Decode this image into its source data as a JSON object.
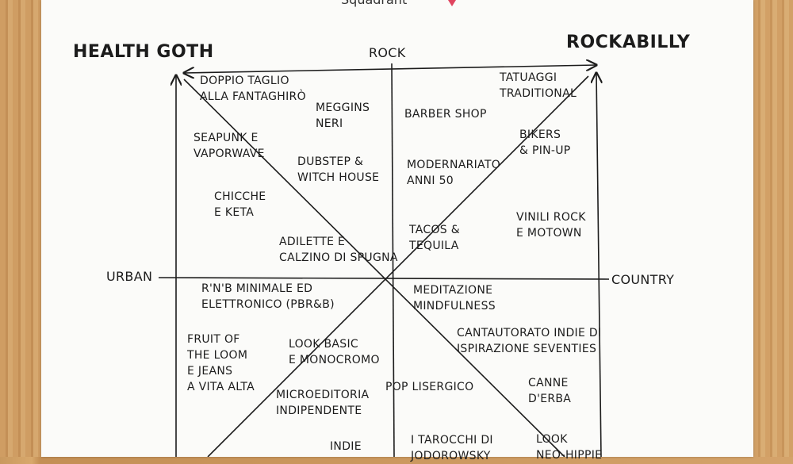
{
  "header": {
    "title_fragment": "Squadrant"
  },
  "corners": {
    "top_left": "HEALTH GOTH",
    "top_right": "ROCKABILLY"
  },
  "axes": {
    "top": "ROCK",
    "left": "URBAN",
    "right": "COUNTRY"
  },
  "items": [
    {
      "id": "doppio",
      "lines": [
        "DOPPIO TAGLIO",
        "ALLA FANTAGHIRÒ"
      ]
    },
    {
      "id": "meggins",
      "lines": [
        "MEGGINS",
        "NERI"
      ]
    },
    {
      "id": "barber",
      "lines": [
        "BARBER SHOP"
      ]
    },
    {
      "id": "tatuaggi",
      "lines": [
        "TATUAGGI",
        "TRADITIONAL"
      ]
    },
    {
      "id": "seapunk",
      "lines": [
        "SEAPUNK E",
        "VAPORWAVE"
      ]
    },
    {
      "id": "dubstep",
      "lines": [
        "DUBSTEP &",
        "WITCH HOUSE"
      ]
    },
    {
      "id": "modernariato",
      "lines": [
        "MODERNARIATO",
        "ANNI 50"
      ]
    },
    {
      "id": "bikers",
      "lines": [
        "BIKERS",
        "& PIN-UP"
      ]
    },
    {
      "id": "chicche",
      "lines": [
        "CHICCHE",
        "E KETA"
      ]
    },
    {
      "id": "tacos",
      "lines": [
        "TACOS &",
        "TEQUILA"
      ]
    },
    {
      "id": "vinili",
      "lines": [
        "VINILI ROCK",
        "E MOTOWN"
      ]
    },
    {
      "id": "adilette",
      "lines": [
        "ADILETTE E",
        "CALZINO DI SPUGNA"
      ]
    },
    {
      "id": "rnb",
      "lines": [
        "R'N'B MINIMALE ED",
        "ELETTRONICO (PBR&B)"
      ]
    },
    {
      "id": "meditazione",
      "lines": [
        "MEDITAZIONE",
        "MINDFULNESS"
      ]
    },
    {
      "id": "fruit",
      "lines": [
        "FRUIT OF",
        "THE LOOM",
        "E JEANS",
        "A VITA ALTA"
      ]
    },
    {
      "id": "lookbasic",
      "lines": [
        "LOOK BASIC",
        "E MONOCROMO"
      ]
    },
    {
      "id": "cantautorato",
      "lines": [
        "CANTAUTORATO INDIE DI",
        "ISPIRAZIONE SEVENTIES"
      ]
    },
    {
      "id": "pop",
      "lines": [
        "POP LISERGICO"
      ]
    },
    {
      "id": "canne",
      "lines": [
        "CANNE",
        "D'ERBA"
      ]
    },
    {
      "id": "microeditoria",
      "lines": [
        "MICROEDITORIA",
        "INDIPENDENTE"
      ]
    },
    {
      "id": "indie",
      "lines": [
        "INDIE"
      ]
    },
    {
      "id": "tarocchi",
      "lines": [
        "I TAROCCHI DI",
        "JODOROWSKY"
      ]
    },
    {
      "id": "look_neo",
      "lines": [
        "LOOK",
        "NEO-HIPPIE"
      ]
    }
  ]
}
